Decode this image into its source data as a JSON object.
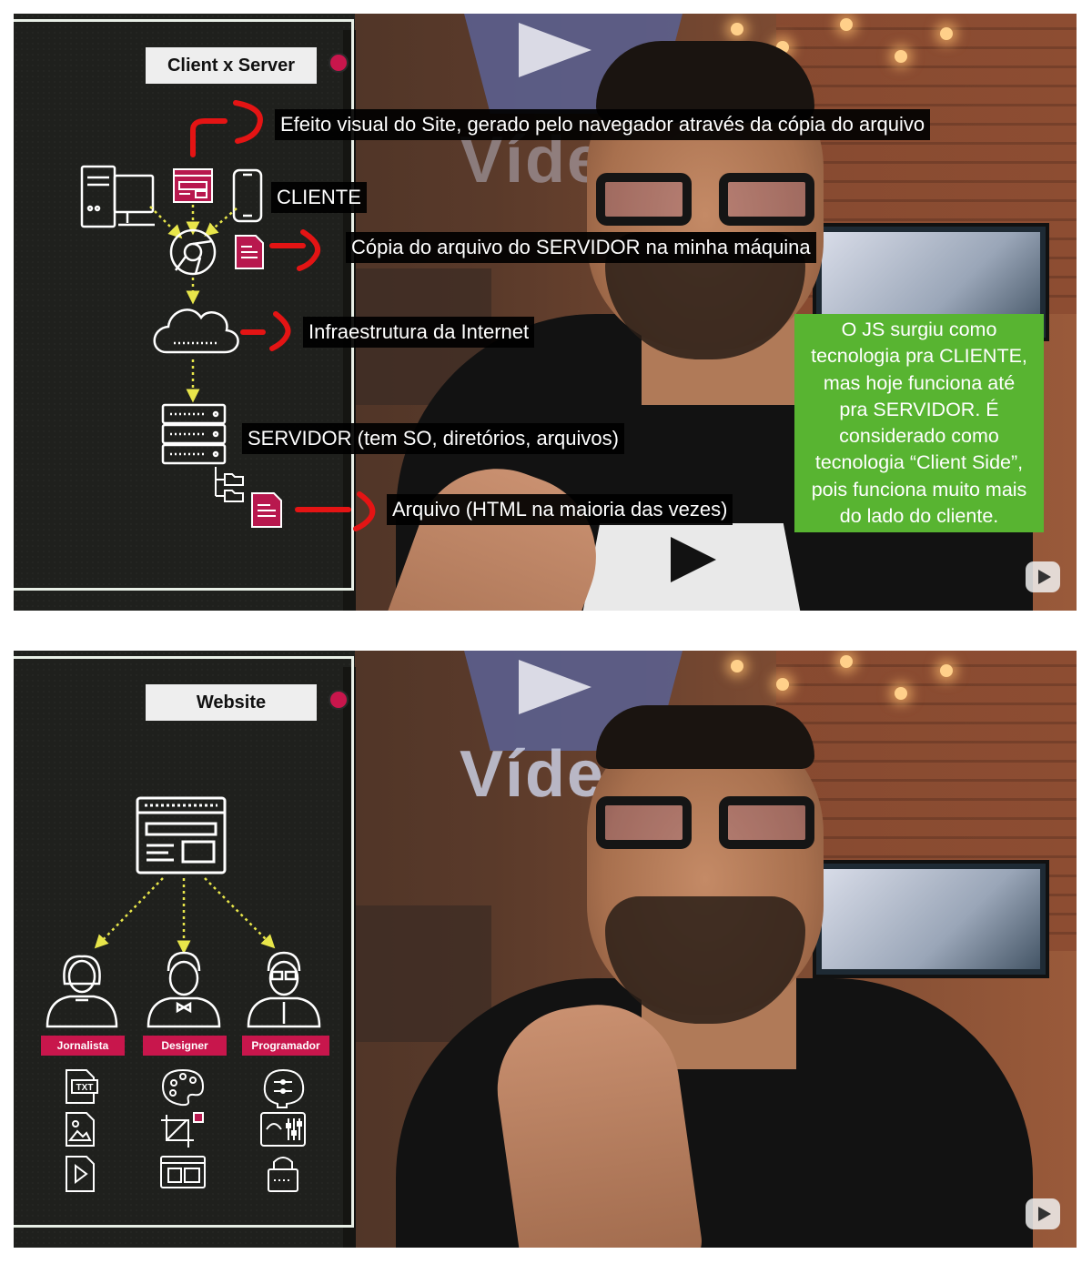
{
  "frames": [
    {
      "panel_title": "Client x Server",
      "labels": {
        "efeito": "Efeito visual do Site, gerado pelo navegador através da cópia do arquivo",
        "cliente": "CLIENTE",
        "copia": "Cópia do arquivo do SERVIDOR na minha máquina",
        "infra": "Infraestrutura da Internet",
        "servidor": "SERVIDOR (tem SO, diretórios, arquivos)",
        "arquivo": "Arquivo (HTML na maioria das vezes)"
      },
      "note_lines": [
        "O JS surgiu como",
        "tecnologia pra CLIENTE,",
        "mas hoje funciona até",
        "pra SERVIDOR. É",
        "considerado como",
        "tecnologia “Client Side”,",
        "pois funciona muito mais",
        "do lado do cliente."
      ],
      "background_brand": "Vídeo"
    },
    {
      "panel_title": "Website",
      "roles": [
        "Jornalista",
        "Designer",
        "Programador"
      ],
      "file_badge": "TXT",
      "background_brand": "Vídeo"
    }
  ],
  "colors": {
    "panel_bg": "#1f201d",
    "accent_red": "#c8164c",
    "arrow_red": "#e41414",
    "dotted_arrow": "#e8e64a",
    "note_green": "#58b431",
    "icon_outline": "#ffffff",
    "icon_pink": "#b8184e"
  },
  "icons": {
    "frame1": [
      "desktop-computer-icon",
      "browser-window-icon",
      "smartphone-icon",
      "chrome-browser-icon",
      "document-copy-icon",
      "cloud-icon",
      "server-icon",
      "folder-tree-icon",
      "html-file-icon"
    ],
    "frame2": [
      "website-window-icon",
      "journalist-avatar-icon",
      "designer-avatar-icon",
      "programmer-avatar-icon",
      "txt-file-icon",
      "image-file-icon",
      "video-file-icon",
      "palette-icon",
      "crop-icon",
      "layout-icon",
      "brain-circuit-icon",
      "dashboard-icon",
      "password-lock-icon"
    ],
    "player": "youtube-watermark-icon"
  }
}
